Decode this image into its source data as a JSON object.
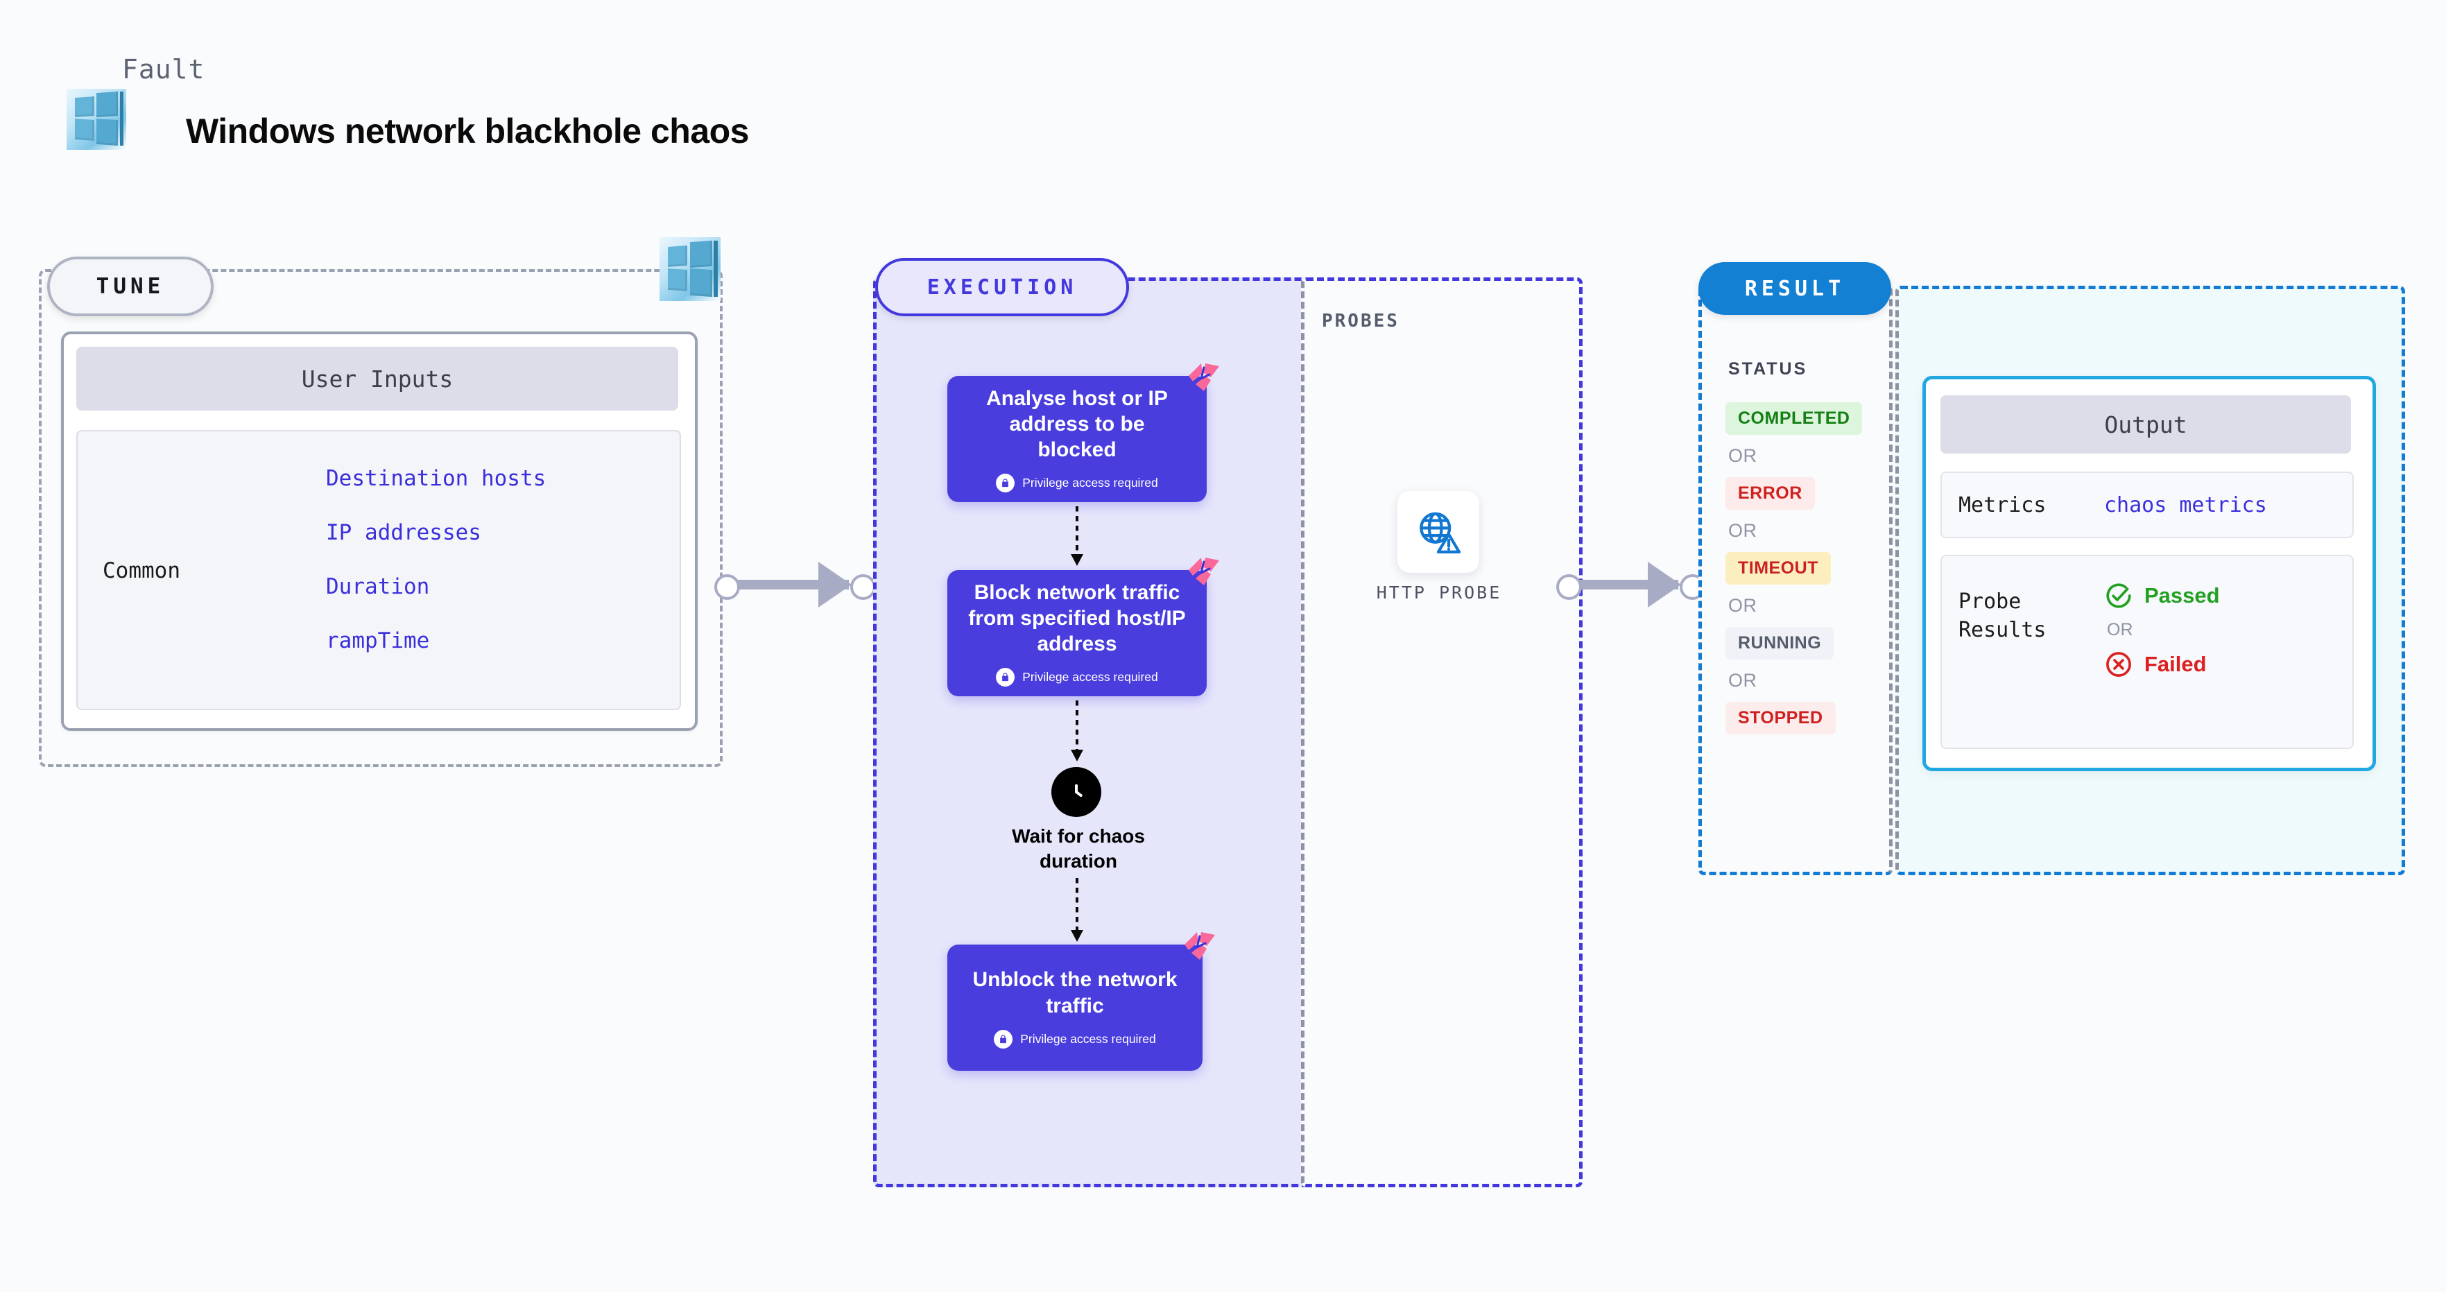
{
  "header": {
    "fault_label": "Fault",
    "title": "Windows network blackhole chaos",
    "logo_icon": "windows-logo-icon"
  },
  "tune": {
    "pill_label": "TUNE",
    "badge_icon": "windows-logo-icon",
    "card": {
      "header": "User Inputs",
      "group_label": "Common",
      "params": [
        "Destination hosts",
        "IP addresses",
        "Duration",
        "rampTime"
      ]
    }
  },
  "execution": {
    "pill_label": "EXECUTION",
    "nodes": [
      {
        "title": "Analyse host or IP address to be blocked",
        "privilege": "Privilege access required",
        "lock_icon": "lock-icon",
        "badge_icon": "litmus-chaos-icon"
      },
      {
        "title": "Block network traffic from specified host/IP address",
        "privilege": "Privilege access required",
        "lock_icon": "lock-icon",
        "badge_icon": "litmus-chaos-icon"
      },
      {
        "title": "Unblock the network traffic",
        "privilege": "Privilege access required",
        "lock_icon": "lock-icon",
        "badge_icon": "litmus-chaos-icon"
      }
    ],
    "wait": {
      "label": "Wait for chaos duration",
      "icon": "clock-icon"
    }
  },
  "probes": {
    "section_label": "PROBES",
    "items": [
      {
        "label": "HTTP PROBE",
        "icon": "globe-warning-icon"
      }
    ]
  },
  "result": {
    "pill_label": "RESULT",
    "status_label": "STATUS",
    "or_text": "OR",
    "statuses": [
      {
        "label": "COMPLETED",
        "bg": "#dcf5dc",
        "fg": "#158015"
      },
      {
        "label": "ERROR",
        "bg": "#fdeaea",
        "fg": "#cf2020"
      },
      {
        "label": "TIMEOUT",
        "bg": "#fdeec0",
        "fg": "#c92121"
      },
      {
        "label": "RUNNING",
        "bg": "#f1f2f7",
        "fg": "#555c6b"
      },
      {
        "label": "STOPPED",
        "bg": "#fdecec",
        "fg": "#cf2020"
      }
    ],
    "output": {
      "header": "Output",
      "metrics_label": "Metrics",
      "metrics_value": "chaos metrics",
      "probe_results_label": "Probe Results",
      "probe_pass": {
        "label": "Passed",
        "icon": "check-circle-icon",
        "color": "#22a022"
      },
      "probe_or": "OR",
      "probe_fail": {
        "label": "Failed",
        "icon": "x-circle-icon",
        "color": "#dc2020"
      }
    }
  },
  "colors": {
    "execution_accent": "#4338dd",
    "result_accent": "#127bd4",
    "output_border": "#21a8e0",
    "param_text": "#3b2fdc",
    "connector": "#a8abc4"
  }
}
